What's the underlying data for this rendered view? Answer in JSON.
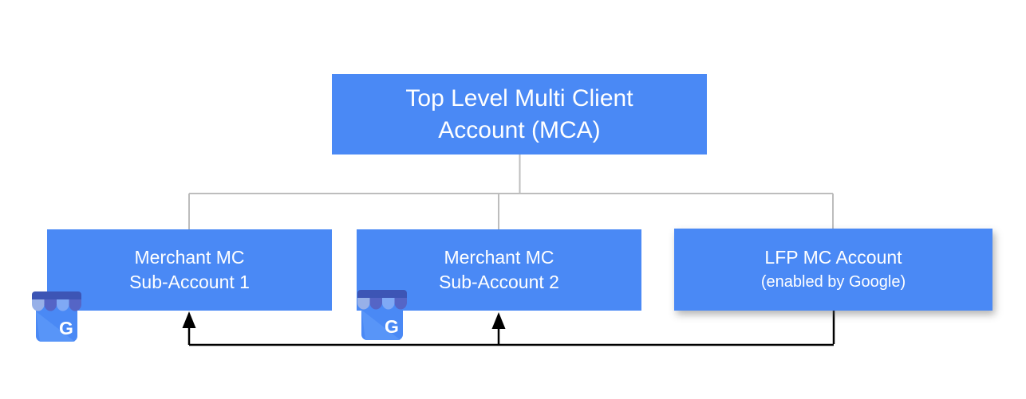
{
  "diagram": {
    "nodes": {
      "mca": {
        "line1": "Top Level Multi Client",
        "line2": "Account (MCA)"
      },
      "sub1": {
        "line1": "Merchant MC",
        "line2": "Sub-Account 1"
      },
      "sub2": {
        "line1": "Merchant MC",
        "line2": "Sub-Account 2"
      },
      "lfp": {
        "line1": "LFP MC Account",
        "line2": "(enabled by Google)"
      }
    },
    "icon": {
      "name": "google-business-storefront",
      "letter": "G"
    },
    "colors": {
      "node_fill": "#4A89F5",
      "node_text": "#FFFFFF",
      "hierarchy_line": "#BDBDBD",
      "flow_line": "#000000",
      "icon_band": "#3D55B5",
      "icon_scallop_dark": "#5565C6",
      "icon_scallop_light": "#7FA9F5",
      "icon_scallop_pale": "#97B0E8",
      "icon_body": "#4A89F5",
      "icon_fold": "#5E99F8",
      "icon_letter": "#FFFFFF"
    }
  }
}
